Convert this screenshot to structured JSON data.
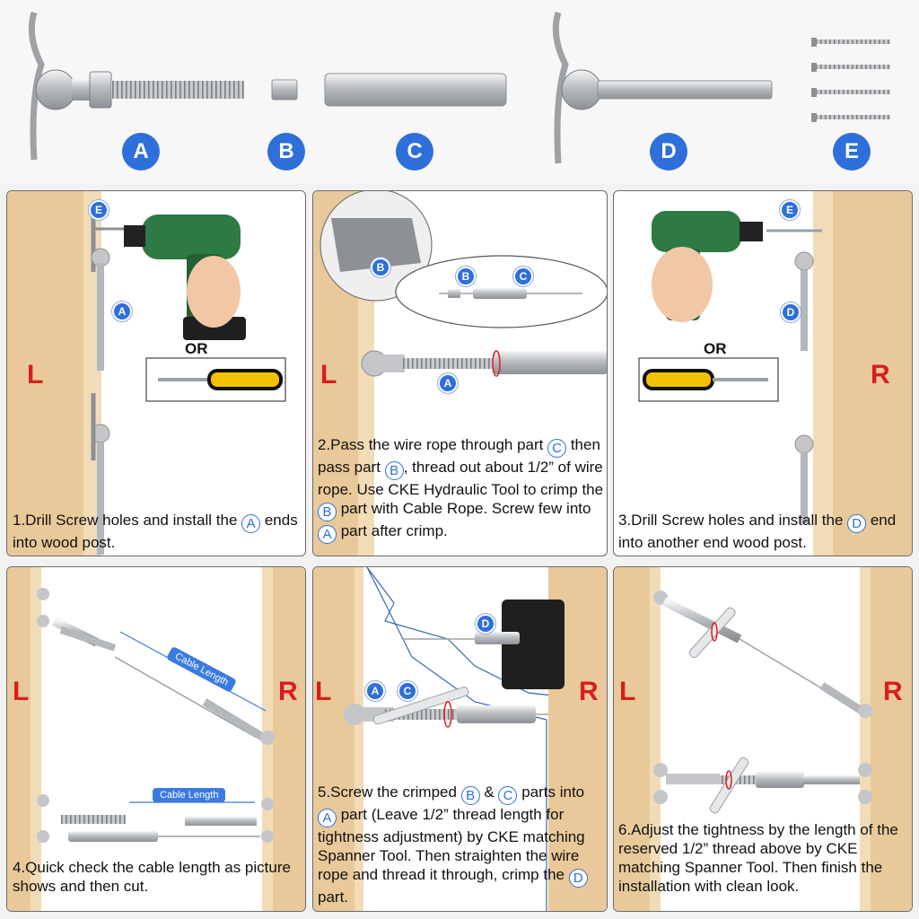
{
  "parts": [
    "A",
    "B",
    "C",
    "D",
    "E"
  ],
  "or_label": "OR",
  "side_left": "L",
  "side_right": "R",
  "cable_length": "Cable Length",
  "steps": {
    "s1": {
      "t1": "1.Drill Screw holes and install the ",
      "r1": "A",
      "t2": " ends into wood post."
    },
    "s2": {
      "t1": "2.Pass the wire rope through part ",
      "r1": "C",
      "t2": " then pass part ",
      "r2": "B",
      "t3": ", thread out about 1/2” of wire rope. Use CKE Hydraulic Tool to crimp the ",
      "r3": "B",
      "t4": " part with Cable Rope. Screw few into ",
      "r4": "A",
      "t5": " part after crimp."
    },
    "s3": {
      "t1": "3.Drill Screw holes and install the ",
      "r1": "D",
      "t2": " end into another end wood post."
    },
    "s4": {
      "t1": "4.Quick check the cable length as picture shows and then cut."
    },
    "s5": {
      "t1": "5.Screw the crimped ",
      "r1": "B",
      "t2": " & ",
      "r2": "C",
      "t3": " parts into ",
      "r3": "A",
      "t4": " part (Leave 1/2” thread length for tightness adjustment) by CKE matching Spanner Tool. Then straighten the wire rope and thread it through, crimp the ",
      "r4": "D",
      "t5": " part."
    },
    "s6": {
      "t1": "6.Adjust the tightness by the length of the reserved 1/2” thread above by CKE matching Spanner Tool. Then finish the installation with clean look."
    }
  },
  "colors": {
    "badge": "#2f6fd9",
    "side": "#d81e1e",
    "wood": "#e9c99a",
    "steel": "#c4c6ca"
  }
}
